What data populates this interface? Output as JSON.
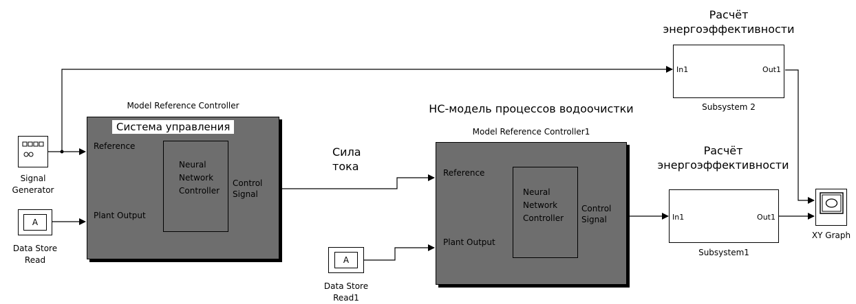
{
  "subsystem2": {
    "title": "Расчёт\nэнергоэффективности",
    "in": "In1",
    "out": "Out1",
    "name": "Subsystem 2"
  },
  "subsystem1": {
    "title": "Расчёт\nэнергоэффективности",
    "in": "In1",
    "out": "Out1",
    "name": "Subsystem1"
  },
  "mrc1": {
    "name": "Model Reference Controller",
    "overlay": "Система управления",
    "ref": "Reference",
    "plant": "Plant Output",
    "nn": "Neural\nNetwork\nController",
    "ctl": "Control\nSignal"
  },
  "mrc2": {
    "caption": "НС-модель процессов водоочистки",
    "name": "Model Reference Controller1",
    "ref": "Reference",
    "plant": "Plant Output",
    "nn": "Neural\nNetwork\nController",
    "ctl": "Control\nSignal"
  },
  "signal_generator": {
    "name": "Signal\nGenerator"
  },
  "dsr": {
    "glyph": "A",
    "name": "Data Store\nRead"
  },
  "dsr1": {
    "glyph": "A",
    "name": "Data Store\nRead1"
  },
  "current_label": "Сила\nтока",
  "xy": {
    "name": "XY Graph"
  }
}
